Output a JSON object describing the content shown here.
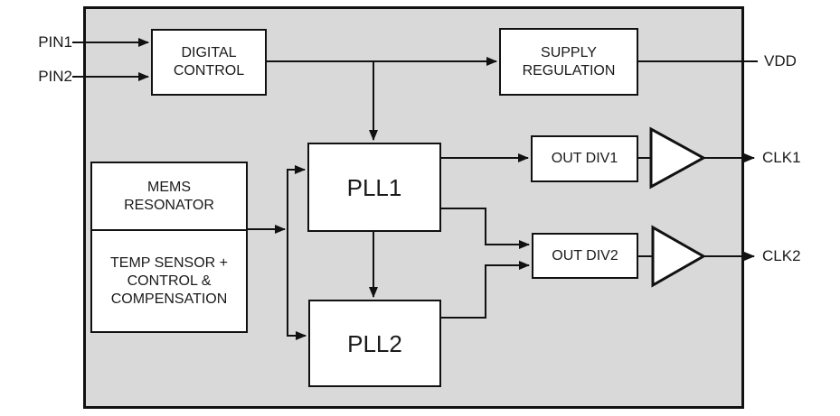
{
  "diagram": {
    "colors": {
      "chip_fill": "#d9d9d9",
      "block_fill": "#ffffff",
      "stroke": "#111111"
    },
    "blocks": {
      "digital_control": "DIGITAL\nCONTROL",
      "supply_regulation": "SUPPLY\nREGULATION",
      "mems_resonator": "MEMS\nRESONATOR",
      "temp_sensor": "TEMP SENSOR +\nCONTROL &\nCOMPENSATION",
      "pll1": "PLL1",
      "pll2": "PLL2",
      "out_div1": "OUT DIV1",
      "out_div2": "OUT DIV2"
    },
    "pins": {
      "pin1": "PIN1",
      "pin2": "PIN2",
      "vdd": "VDD",
      "clk1": "CLK1",
      "clk2": "CLK2"
    }
  }
}
